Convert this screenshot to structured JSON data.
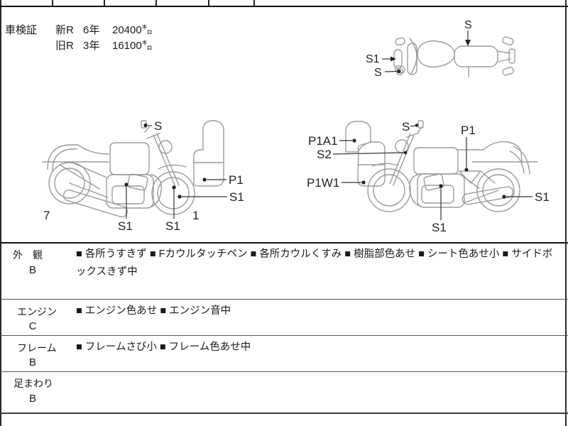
{
  "shaken": {
    "title": "車検証",
    "rows": [
      {
        "era": "新R",
        "year": "6年",
        "mileage": "20400㌔"
      },
      {
        "era": "旧R",
        "year": "3年",
        "mileage": "16100㌔"
      }
    ]
  },
  "diagrams": {
    "top_view": {
      "labels": [
        "S",
        "S1",
        "S"
      ]
    },
    "left_side": {
      "labels": [
        "S",
        "P1",
        "S1",
        "S1",
        "S1",
        "7",
        "1"
      ]
    },
    "right_side": {
      "labels": [
        "P1A1",
        "S2",
        "P1W1",
        "S",
        "P1",
        "S1",
        "S1"
      ]
    }
  },
  "condition_table": {
    "rows": [
      {
        "name": "外　観",
        "grade": "B",
        "notes": "■ 各所うすきず ■ Fカウルタッチペン ■ 各所カウルくすみ ■ 樹脂部色あせ ■ シート色あせ小 ■ サイドボックスきず中"
      },
      {
        "name": "エンジン",
        "grade": "C",
        "notes": "■ エンジン色あせ ■ エンジン音中"
      },
      {
        "name": "フレーム",
        "grade": "B",
        "notes": "■ フレームさび小 ■ フレーム色あせ中"
      },
      {
        "name": "足まわり",
        "grade": "B",
        "notes": ""
      }
    ]
  },
  "colors": {
    "line_art": "#9c9c9c",
    "label": "#222222",
    "border": "#111111"
  }
}
